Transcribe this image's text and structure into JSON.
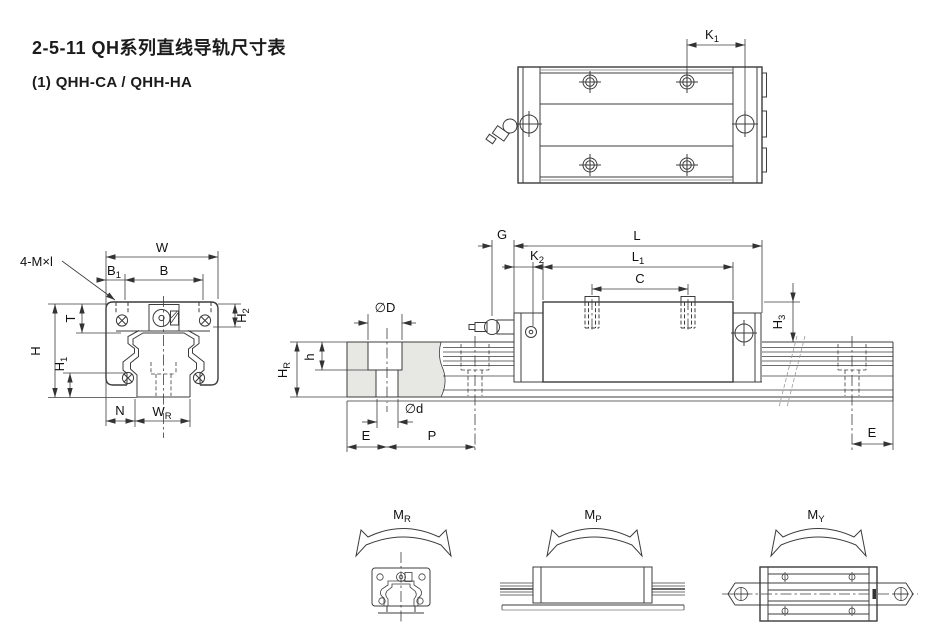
{
  "title": {
    "line1": "2-5-11 QH系列直线导轨尺寸表",
    "line2": "(1) QHH-CA / QHH-HA"
  },
  "colors": {
    "line": "#3c3c3c",
    "light_line": "#9a9a9a",
    "section_fill": "#e7e7e4",
    "text": "#111111",
    "background": "#ffffff"
  },
  "labels": {
    "k1": {
      "main": "K",
      "sub": "1"
    },
    "w": {
      "main": "W"
    },
    "b1": {
      "main": "B",
      "sub": "1"
    },
    "b": {
      "main": "B"
    },
    "thread": {
      "main": "4-M×l"
    },
    "t": {
      "main": "T"
    },
    "h2": {
      "main": "H",
      "sub": "2"
    },
    "h": {
      "main": "H"
    },
    "h1": {
      "main": "H",
      "sub": "1"
    },
    "n": {
      "main": "N"
    },
    "wr": {
      "main": "W",
      "sub": "R"
    },
    "g": {
      "main": "G"
    },
    "l": {
      "main": "L"
    },
    "k2": {
      "main": "K",
      "sub": "2"
    },
    "l1": {
      "main": "L",
      "sub": "1"
    },
    "c": {
      "main": "C"
    },
    "dia_D": {
      "main": "∅D"
    },
    "h_small": {
      "main": "h"
    },
    "hr": {
      "main": "H",
      "sub": "R"
    },
    "dia_d": {
      "main": "∅d"
    },
    "e": {
      "main": "E"
    },
    "p": {
      "main": "P"
    },
    "h3": {
      "main": "H",
      "sub": "3"
    },
    "mr": {
      "main": "M",
      "sub": "R"
    },
    "mp": {
      "main": "M",
      "sub": "P"
    },
    "my": {
      "main": "M",
      "sub": "Y"
    }
  }
}
